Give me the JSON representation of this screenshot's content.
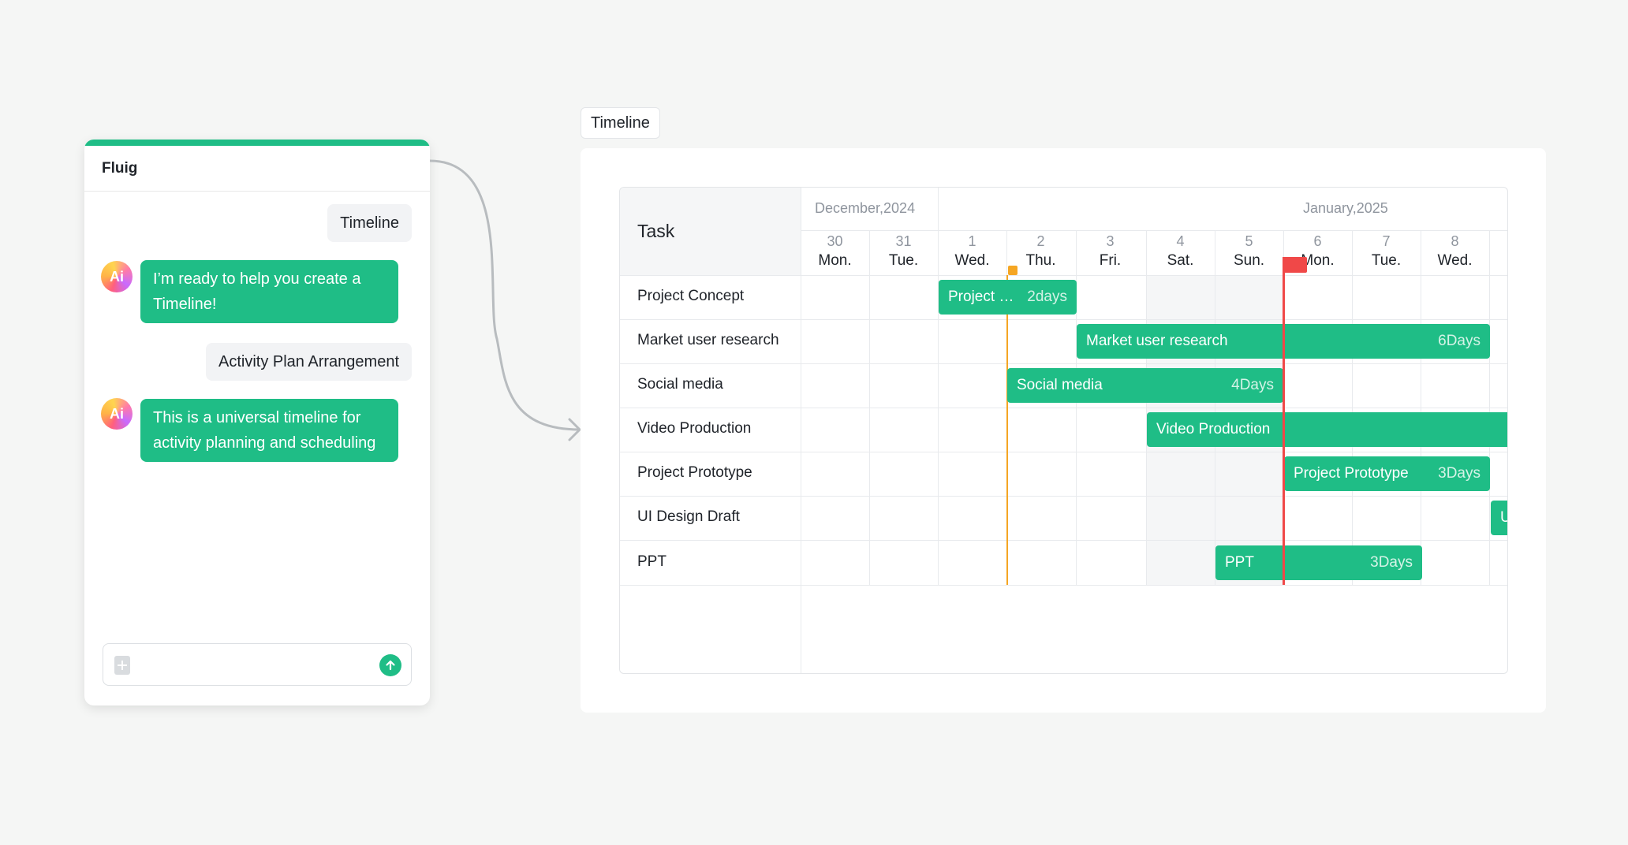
{
  "chat": {
    "title": "Fluig",
    "messages": [
      {
        "role": "user",
        "text": "Timeline"
      },
      {
        "role": "ai",
        "avatar": "Ai",
        "text": "I’m ready to help you create a Timeline!"
      },
      {
        "role": "user",
        "text": "Activity Plan Arrangement"
      },
      {
        "role": "ai",
        "avatar": "Ai",
        "text": "This is a universal timeline for activity planning and scheduling"
      }
    ],
    "input": {
      "value": "",
      "placeholder": "",
      "attach_icon": "file-add-icon",
      "send_icon": "arrow-up-icon"
    }
  },
  "timeline_tag": "Timeline",
  "gantt": {
    "task_header": "Task",
    "months": [
      "December,2024",
      "January,2025"
    ],
    "days": [
      {
        "num": "30",
        "wk": "Mon."
      },
      {
        "num": "31",
        "wk": "Tue."
      },
      {
        "num": "1",
        "wk": "Wed."
      },
      {
        "num": "2",
        "wk": "Thu."
      },
      {
        "num": "3",
        "wk": "Fri."
      },
      {
        "num": "4",
        "wk": "Sat."
      },
      {
        "num": "5",
        "wk": "Sun."
      },
      {
        "num": "6",
        "wk": "Mon."
      },
      {
        "num": "7",
        "wk": "Tue."
      },
      {
        "num": "8",
        "wk": "Wed."
      }
    ],
    "tasks": [
      {
        "name": "Project Concept",
        "bar": "Project C...",
        "duration": "2days"
      },
      {
        "name": "Market user research",
        "bar": "Market user research",
        "duration": "6Days"
      },
      {
        "name": "Social media",
        "bar": "Social media",
        "duration": "4Days"
      },
      {
        "name": "Video Production",
        "bar": "Video Production",
        "duration": ""
      },
      {
        "name": "Project Prototype",
        "bar": "Project Prototype",
        "duration": "3Days"
      },
      {
        "name": "UI Design Draft",
        "bar": "U",
        "duration": ""
      },
      {
        "name": "PPT",
        "bar": "PPT",
        "duration": "3Days"
      }
    ],
    "colors": {
      "bar": "#1fbd86",
      "today": "#f04848",
      "marker": "#f5a623"
    }
  }
}
